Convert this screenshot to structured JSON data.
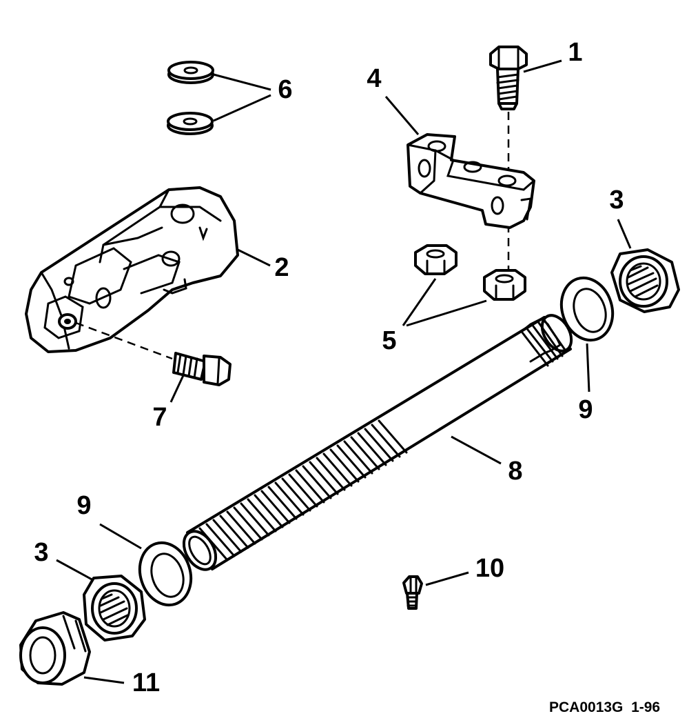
{
  "figure": {
    "drawing_code": "PCA0013G",
    "revision": "1-96"
  },
  "callouts": [
    {
      "id": "1",
      "label": "1"
    },
    {
      "id": "2",
      "label": "2"
    },
    {
      "id": "3a",
      "label": "3"
    },
    {
      "id": "3b",
      "label": "3"
    },
    {
      "id": "4",
      "label": "4"
    },
    {
      "id": "5",
      "label": "5"
    },
    {
      "id": "6",
      "label": "6"
    },
    {
      "id": "7",
      "label": "7"
    },
    {
      "id": "8",
      "label": "8"
    },
    {
      "id": "9a",
      "label": "9"
    },
    {
      "id": "9b",
      "label": "9"
    },
    {
      "id": "10",
      "label": "10"
    },
    {
      "id": "11",
      "label": "11"
    }
  ]
}
